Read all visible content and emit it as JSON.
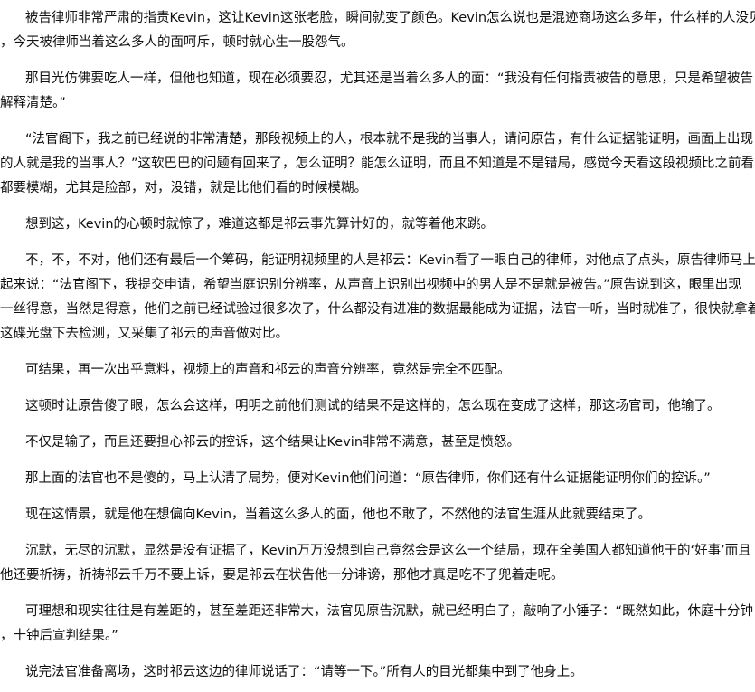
{
  "paragraphs": [
    {
      "lines": [
        "被告律师非常严肃的指责Kevin，这让Kevin这张老脸，瞬间就变了颜色。Kevin怎么说也是混迹商场这么多年，什么样的人没见过",
        "，今天被律师当着这么多人的面呵斥，顿时就心生一股怨气。"
      ]
    },
    {
      "lines": [
        "那目光仿佛要吃人一样，但他也知道，现在必须要忍，尤其还是当着么多人的面：“我没有任何指责被告的意思，只是希望被告",
        "解释清楚。”"
      ]
    },
    {
      "lines": [
        "“法官阁下，我之前已经说的非常清楚，那段视频上的人，根本就不是我的当事人，请问原告，有什么证据能证明，画面上出现",
        "的人就是我的当事人？”这软巴巴的问题有回来了，怎么证明？能怎么证明，而且不知道是不是错局，感觉今天看这段视频比之前看",
        "都要模糊，尤其是脸部，对，没错，就是比他们看的时候模糊。"
      ]
    },
    {
      "lines": [
        "想到这，Kevin的心顿时就惊了，难道这都是祁云事先算计好的，就等着他来跳。"
      ]
    },
    {
      "lines": [
        "不，不，不对，他们还有最后一个筹码，能证明视频里的人是祁云：Kevin看了一眼自己的律师，对他点了点头，原告律师马上站",
        "起来说：“法官阁下，我提交申请，希望当庭识别分辨率，从声音上识别出视频中的男人是不是就是被告。”原告说到这，眼里出现",
        "一丝得意，当然是得意，他们之前已经试验过很多次了，什么都没有进准的数据最能成为证据，法官一听，当时就准了，很快就拿着",
        "这碟光盘下去检测，又采集了祁云的声音做对比。"
      ]
    },
    {
      "lines": [
        "可结果，再一次出乎意料，视频上的声音和祁云的声音分辨率，竟然是完全不匹配。"
      ]
    },
    {
      "lines": [
        "这顿时让原告傻了眼，怎么会这样，明明之前他们测试的结果不是这样的，怎么现在变成了这样，那这场官司，他输了。"
      ]
    },
    {
      "lines": [
        "不仅是输了，而且还要担心祁云的控诉，这个结果让Kevin非常不满意，甚至是愤怒。"
      ]
    },
    {
      "lines": [
        "那上面的法官也不是傻的，马上认清了局势，便对Kevin他们问道：“原告律师，你们还有什么证据能证明你们的控诉。”"
      ]
    },
    {
      "lines": [
        "现在这情景，就是他在想偏向Kevin，当着这么多人的面，他也不敢了，不然他的法官生涯从此就要结束了。"
      ]
    },
    {
      "lines": [
        "沉默，无尽的沉默，显然是没有证据了，Kevin万万没想到自己竟然会是这么一个结局，现在全美国人都知道他干的‘好事’而且",
        "他还要祈祷，祈祷祁云千万不要上诉，要是祁云在状告他一分诽谤，那他才真是吃不了兜着走呢。"
      ]
    },
    {
      "lines": [
        "可理想和现实往往是有差距的，甚至差距还非常大，法官见原告沉默，就已经明白了，敲响了小锤子：“既然如此，休庭十分钟",
        "，十钟后宣判结果。”"
      ]
    },
    {
      "lines": [
        "说完法官准备离场，这时祁云这边的律师说话了：“请等一下。”所有人的目光都集中到了他身上。"
      ]
    }
  ]
}
